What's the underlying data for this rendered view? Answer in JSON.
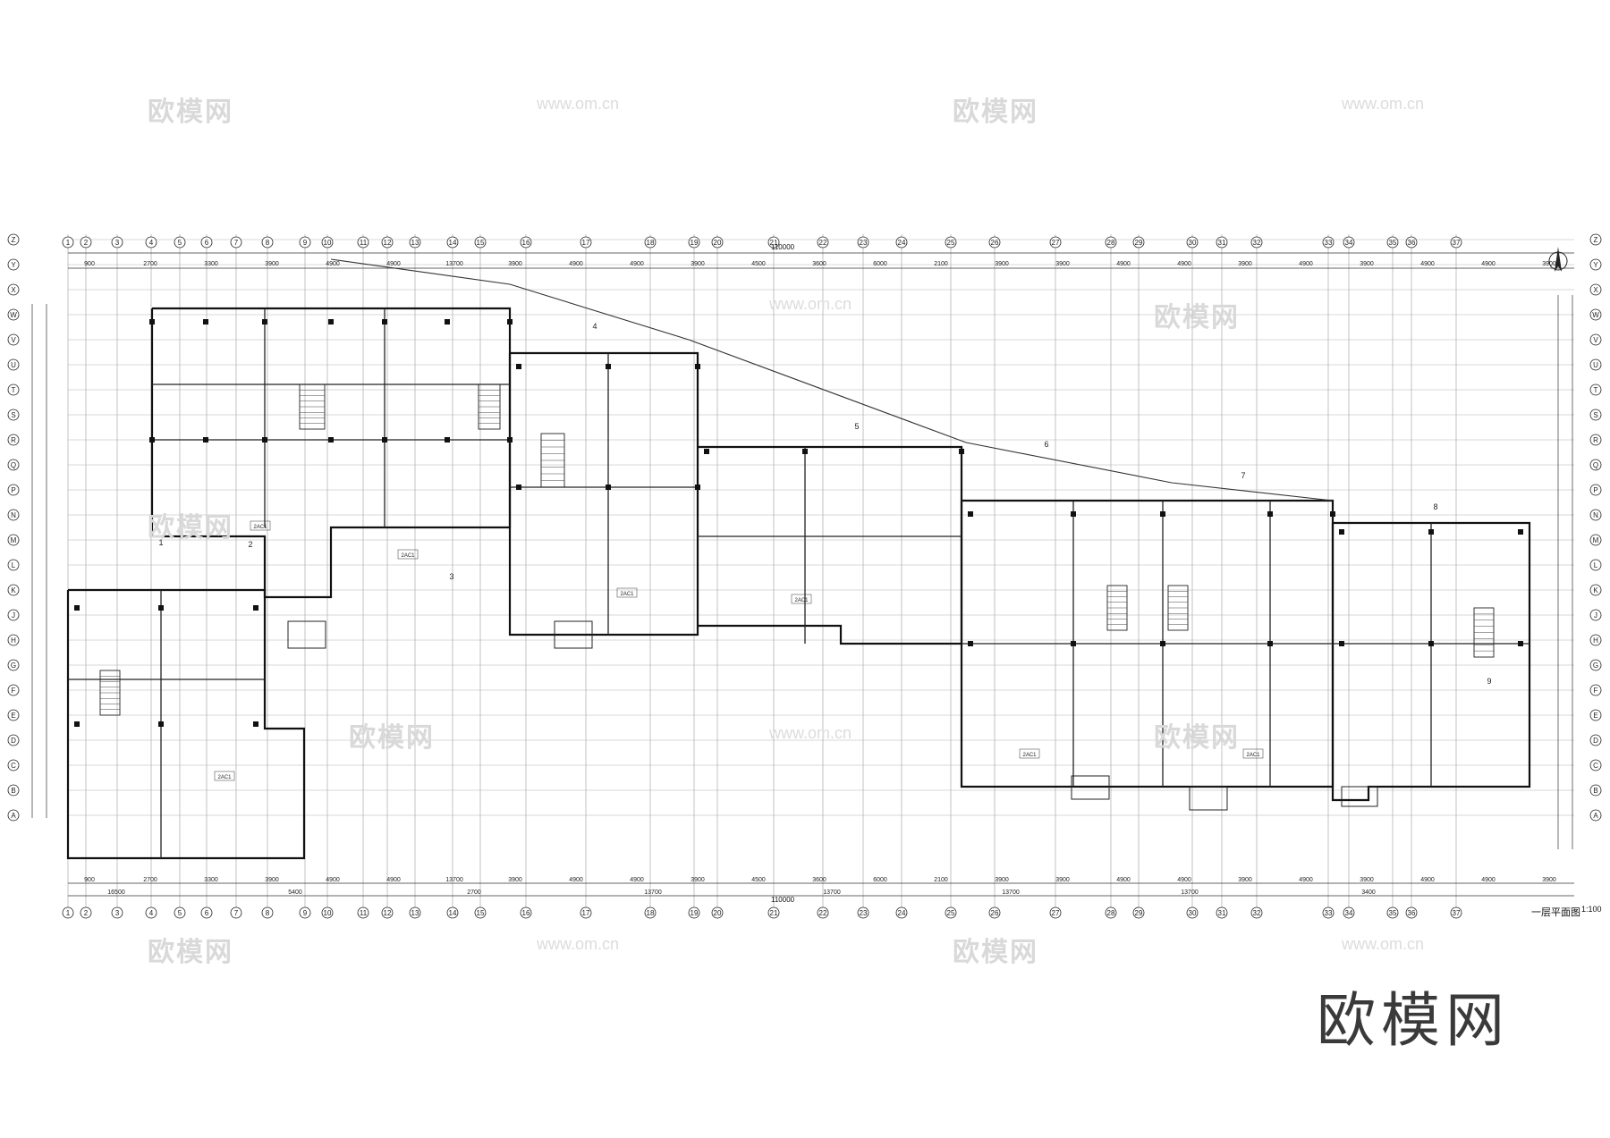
{
  "watermark": {
    "text": "欧模网",
    "url": "www.om.cn"
  },
  "brand_logo": "欧模网",
  "plan": {
    "title": "一层平面图",
    "scale": "1:100",
    "overall_dimension": "110000"
  },
  "axes": {
    "columns": [
      "1",
      "2",
      "3",
      "4",
      "5",
      "6",
      "7",
      "8",
      "9",
      "10",
      "11",
      "12",
      "13",
      "14",
      "15",
      "16",
      "17",
      "18",
      "19",
      "20",
      "21",
      "22",
      "23",
      "24",
      "25",
      "26",
      "27",
      "28",
      "29",
      "30",
      "31",
      "32",
      "33",
      "34",
      "35",
      "36",
      "37"
    ],
    "rows": [
      "A",
      "B",
      "C",
      "D",
      "E",
      "F",
      "G",
      "H",
      "J",
      "K",
      "L",
      "M",
      "N",
      "P",
      "Q",
      "R",
      "S",
      "T",
      "U",
      "V",
      "W",
      "X",
      "Y",
      "Z"
    ]
  },
  "dimensions": {
    "top_row": [
      "900",
      "2700",
      "3300",
      "3900",
      "4900",
      "4900",
      "13700",
      "3900",
      "4900",
      "4900",
      "3900",
      "4500",
      "3600",
      "6000",
      "2100",
      "3900",
      "3900",
      "4900",
      "4900",
      "3900",
      "4900",
      "3900",
      "4900",
      "4900",
      "3900"
    ],
    "bottom_row": [
      "16500",
      "5400",
      "2700",
      "13700",
      "13700",
      "13700",
      "13700",
      "3400"
    ]
  },
  "rooms": {
    "unit_labels": [
      "2AC1",
      "2AC1",
      "2AC1",
      "2AC1",
      "2AC1",
      "2AC1",
      "2AC1"
    ],
    "section_marks": [
      "1",
      "2",
      "3",
      "4",
      "5",
      "6",
      "7",
      "8",
      "9"
    ]
  }
}
